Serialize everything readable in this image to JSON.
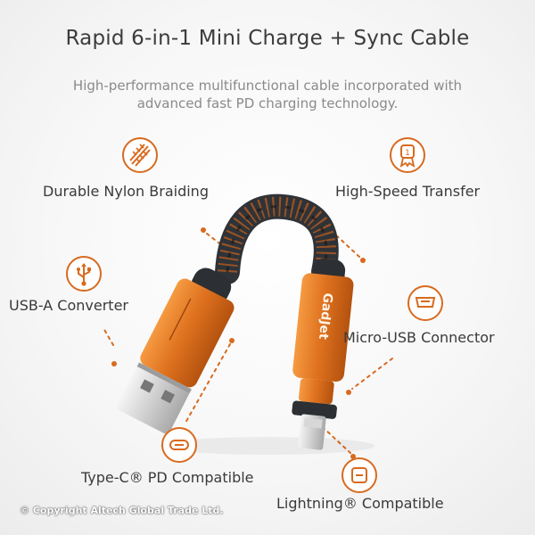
{
  "title": "Rapid 6-in-1 Mini Charge + Sync Cable",
  "subtitle": "High-performance multifunctional cable incorporated with advanced fast PD charging technology.",
  "features": {
    "nylon": {
      "label": "Durable Nylon Braiding",
      "icon": "braid-icon"
    },
    "transfer": {
      "label": "High-Speed Transfer",
      "icon": "medal-icon"
    },
    "usba": {
      "label": "USB-A Converter",
      "icon": "usb-icon"
    },
    "micro": {
      "label": "Micro-USB Connector",
      "icon": "micro-usb-port-icon"
    },
    "typec": {
      "label": "Type-C® PD Compatible",
      "icon": "type-c-port-icon"
    },
    "lightning": {
      "label": "Lightning® Compatible",
      "icon": "lightning-port-icon"
    }
  },
  "product": {
    "brand": "GadJet"
  },
  "copyright": "© Copyright Altech Global Trade Ltd.",
  "colors": {
    "accent": "#d86a1e",
    "cable_orange": "#e0731f",
    "braid": "#2f3338"
  }
}
